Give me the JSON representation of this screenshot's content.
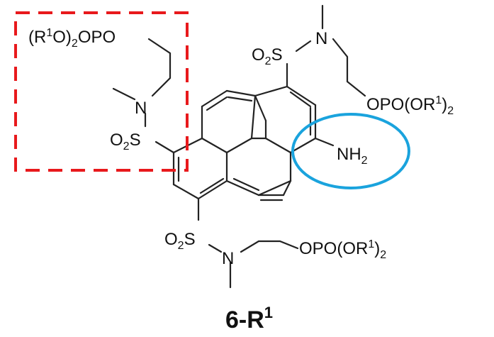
{
  "labels": {
    "top_left_phosphate": {
      "pre": "(R",
      "sup1": "1",
      "mid": "O)",
      "sub1": "2",
      "post": "OPO"
    },
    "top_right_N": "N",
    "top_right_sulfonyl": {
      "pre": "O",
      "sub1": "2",
      "post": "S"
    },
    "right_phosphate": {
      "pre": "OPO(OR",
      "sup1": "1",
      "mid": ")",
      "sub1": "2"
    },
    "left_N": "N",
    "left_sulfonyl": {
      "pre": "O",
      "sub1": "2",
      "post": "S"
    },
    "amine": {
      "pre": "NH",
      "sub1": "2"
    },
    "bottom_sulfonyl": {
      "pre": "O",
      "sub1": "2",
      "post": "S"
    },
    "bottom_N": "N",
    "bottom_phosphate": {
      "pre": "OPO(OR",
      "sup1": "1",
      "mid": ")",
      "sub1": "2"
    },
    "compound": {
      "pre": "6-R",
      "sup1": "1"
    }
  },
  "colors": {
    "highlight_box": "#e8191c",
    "highlight_ellipse": "#1aa3dd",
    "structure": "#222222",
    "background": "#ffffff"
  }
}
